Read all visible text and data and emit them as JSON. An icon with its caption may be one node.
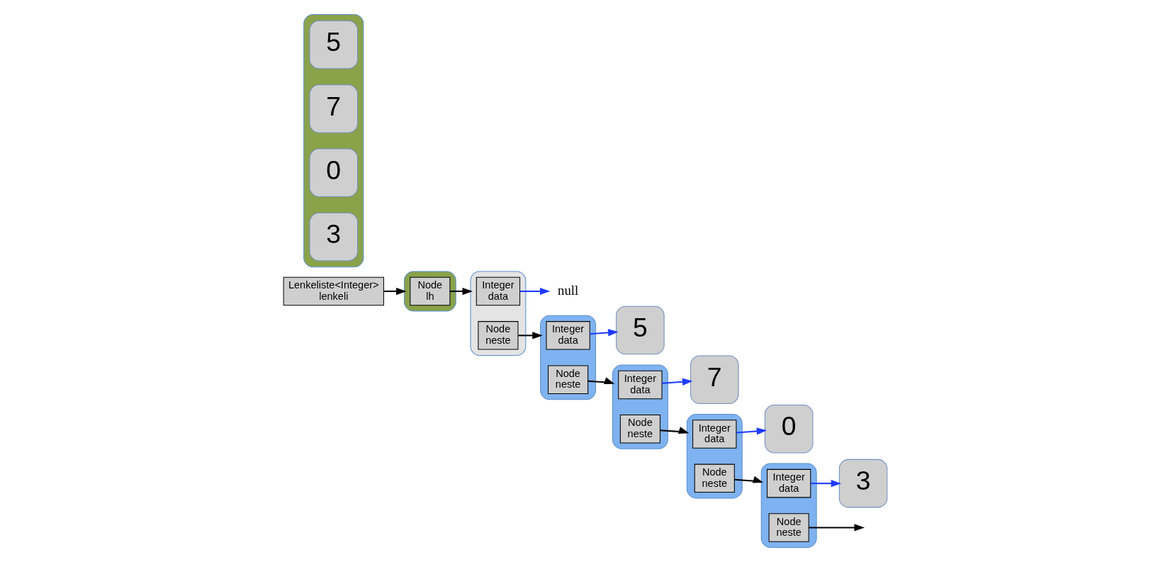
{
  "diagram": {
    "nodes": [
      {
        "text": [
          "Lenkeliste<Integer>",
          "lenkeli"
        ]
      },
      {
        "text": [],
        "shape": "box"
      },
      {
        "text": [
          "Node",
          "lh"
        ],
        "in": 1
      },
      {
        "text": [
          "null"
        ]
      },
      {
        "text": [],
        "shape": "box"
      },
      {
        "text": [
          "Integer",
          "data"
        ],
        "in": 4
      },
      {
        "text": [
          "Node",
          "neste"
        ],
        "in": 4
      },
      {
        "text": [
          "5"
        ]
      },
      {
        "text": [],
        "shape": "box"
      },
      {
        "text": [
          "Integer",
          "data"
        ],
        "in": 8
      },
      {
        "text": [
          "Node",
          "neste"
        ],
        "in": 8
      },
      {
        "text": [
          "7"
        ]
      },
      {
        "text": [],
        "shape": "box"
      },
      {
        "text": [
          "Integer",
          "data"
        ],
        "in": 12
      },
      {
        "text": [
          "Node",
          "neste"
        ],
        "in": 12
      },
      {
        "text": [
          "0"
        ]
      },
      {
        "text": [],
        "shape": "box"
      },
      {
        "text": [
          "Integer",
          "data"
        ],
        "in": 16
      },
      {
        "text": [
          "Node",
          "neste"
        ],
        "in": 16
      },
      {
        "text": [
          "3"
        ]
      },
      {
        "text": [],
        "shape": "box"
      },
      {
        "text": [
          "Integer",
          "data"
        ],
        "in": 20
      },
      {
        "text": [
          "Node",
          "neste"
        ],
        "in": 20
      },
      {
        "text": [],
        "shape": "box"
      },
      {
        "text": [
          "5"
        ],
        "in": 23
      },
      {
        "text": [
          "7"
        ],
        "in": 23
      },
      {
        "text": [
          "0"
        ],
        "in": 23
      },
      {
        "text": [
          "3"
        ],
        "in": 23
      }
    ],
    "edges": [
      {
        "from": 0,
        "to": 1,
        "arrow": "to"
      },
      {
        "from": 2,
        "to": 4,
        "arrow": "to"
      },
      {
        "from": 5,
        "to": 3,
        "arrow": "to",
        "color": "#1f3cff"
      },
      {
        "from": 6,
        "to": 8,
        "arrow": "to"
      },
      {
        "from": 9,
        "to": 7,
        "arrow": "to",
        "color": "#1f3cff"
      },
      {
        "from": 10,
        "to": 12,
        "arrow": "to"
      },
      {
        "from": 13,
        "to": 11,
        "arrow": "to",
        "color": "#1f3cff"
      },
      {
        "from": 14,
        "to": 16,
        "arrow": "to"
      },
      {
        "from": 17,
        "to": 15,
        "arrow": "to",
        "color": "#1f3cff"
      },
      {
        "from": 18,
        "to": 20,
        "arrow": "to"
      },
      {
        "from": 21,
        "to": 19,
        "arrow": "to",
        "color": "#1f3cff"
      },
      {
        "from": 22,
        "to": null,
        "arrow": "to"
      }
    ]
  }
}
